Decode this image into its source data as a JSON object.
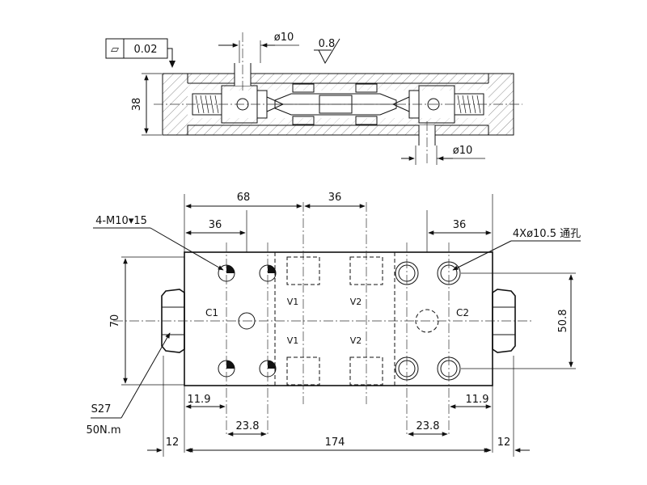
{
  "colors": {
    "line": "#111111",
    "background": "#ffffff"
  },
  "top_view": {
    "flatness_symbol": "▱",
    "flatness_value": "0.02",
    "dia_top": "ø10",
    "roughness": "0.8",
    "height": "38",
    "dia_bottom": "ø10"
  },
  "plan_view": {
    "dim_68": "68",
    "dim_36_mid": "36",
    "dim_36_left": "36",
    "dim_36_right": "36",
    "thread_note": "4-M10▾15",
    "hole_note": "4Xø10.5 通孔",
    "dim_70": "70",
    "dim_50_8": "50.8",
    "port_c1": "C1",
    "port_c2": "C2",
    "port_v1_top": "V1",
    "port_v2_top": "V2",
    "port_v1_bottom": "V1",
    "port_v2_bottom": "V2",
    "dim_11_9_left": "11.9",
    "dim_11_9_right": "11.9",
    "dim_23_8_left": "23.8",
    "dim_23_8_right": "23.8",
    "wrench_size": "S27",
    "torque": "50N.m",
    "dim_12_left": "12",
    "dim_174": "174",
    "dim_12_right": "12"
  }
}
